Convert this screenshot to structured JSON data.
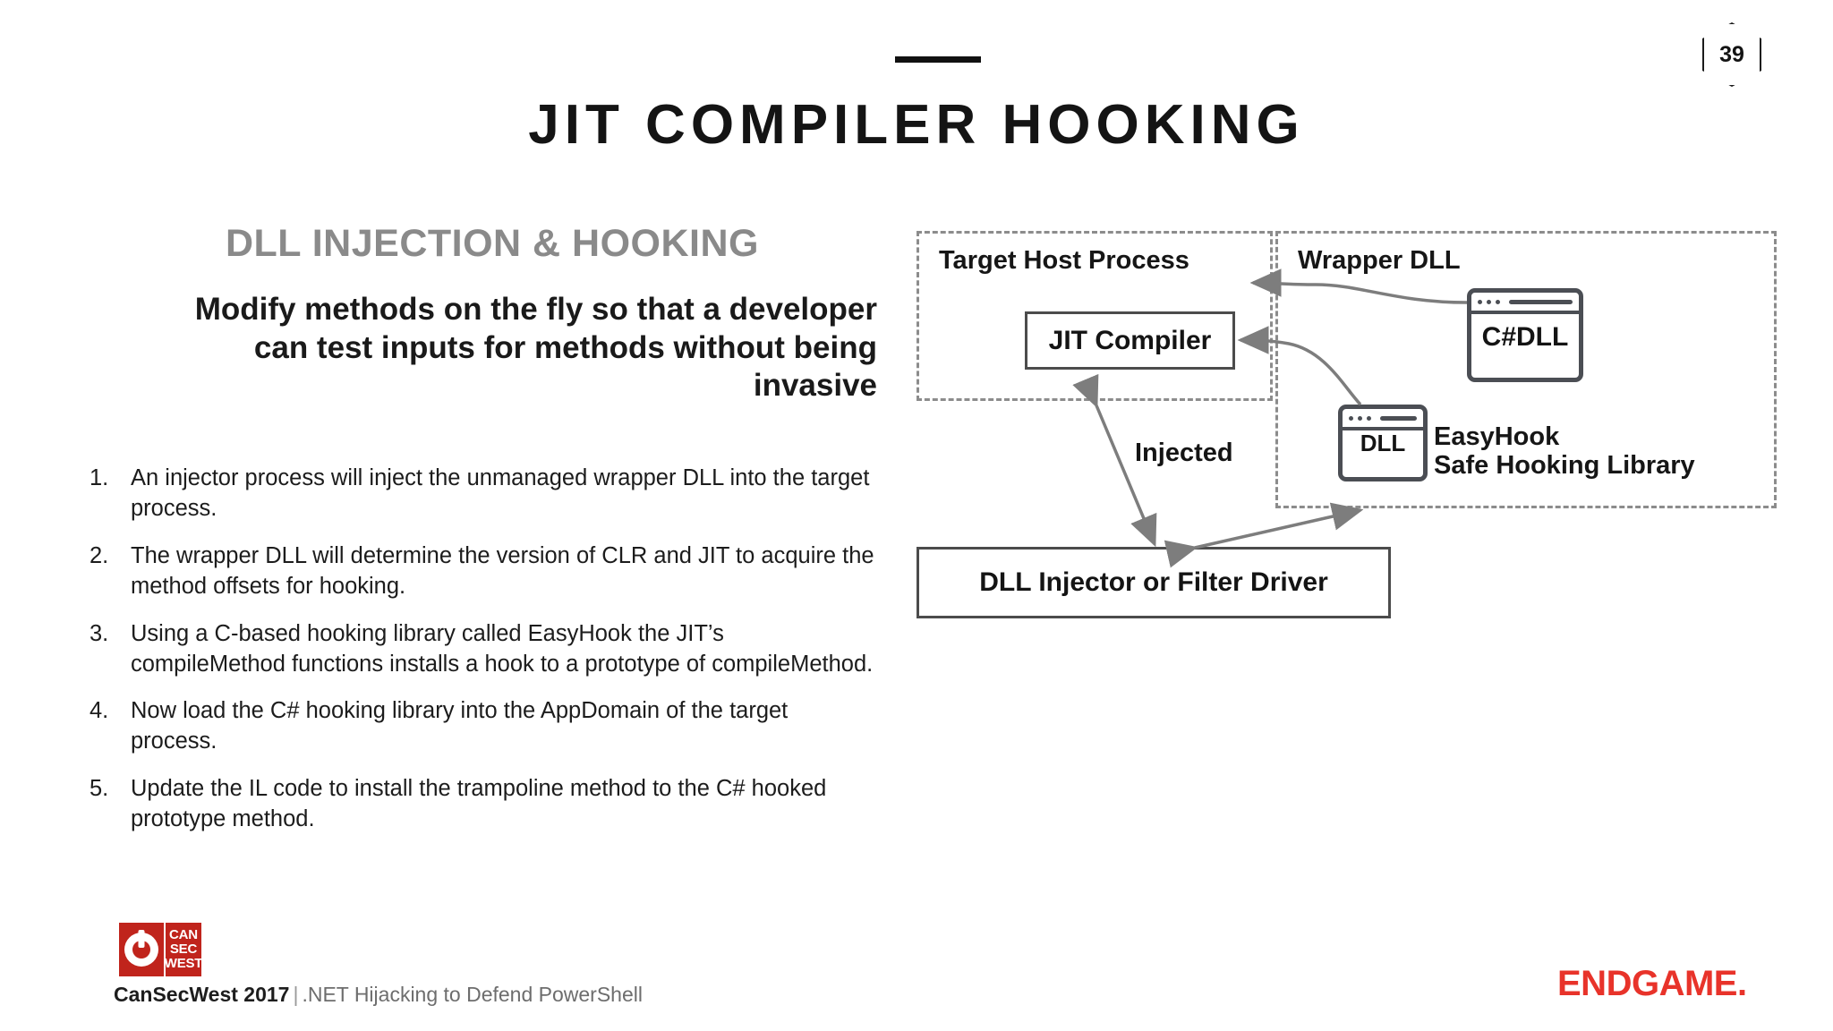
{
  "header": {
    "title": "JIT COMPILER HOOKING",
    "page_number": "39"
  },
  "left": {
    "section_heading": "DLL INJECTION & HOOKING",
    "lede": "Modify methods on the fly so that a developer can test inputs for methods without being invasive",
    "steps": [
      {
        "marker": "1.",
        "text": "An injector process will inject the unmanaged wrapper DLL into the target process."
      },
      {
        "marker": "2.",
        "text": "The wrapper DLL will determine the version of CLR and JIT to acquire the method offsets for hooking."
      },
      {
        "marker": "3.",
        "text": "Using a C-based hooking library called EasyHook the JIT’s compileMethod functions installs a hook to a prototype of compileMethod."
      },
      {
        "marker": "4.",
        "text": "Now load the C# hooking library into the AppDomain of the target process."
      },
      {
        "marker": "5.",
        "text": "Update the IL code to install the trampoline method to the C# hooked prototype method."
      }
    ]
  },
  "diagram": {
    "host_process_label": "Target Host Process",
    "wrapper_dll_label": "Wrapper DLL",
    "jit_compiler_label": "JIT Compiler",
    "injector_label": "DLL Injector or Filter Driver",
    "csharp_dll_label": "C#DLL",
    "dll_label": "DLL",
    "easyhook_line1": "EasyHook",
    "easyhook_line2": "Safe Hooking Library",
    "injected_label": "Injected"
  },
  "footer": {
    "logo_can": "CAN",
    "logo_sec": "SEC",
    "logo_west": "WEST",
    "conference": "CanSecWest 2017",
    "separator": "|",
    "talk_title": ".NET Hijacking to Defend PowerShell",
    "brand": "ENDGAME."
  },
  "colors": {
    "brand_red": "#e8332a",
    "logo_red": "#c0241c",
    "heading_gray": "#8a8a8a",
    "dash_gray": "#8c8c8c",
    "icon_gray": "#4b4e54"
  }
}
